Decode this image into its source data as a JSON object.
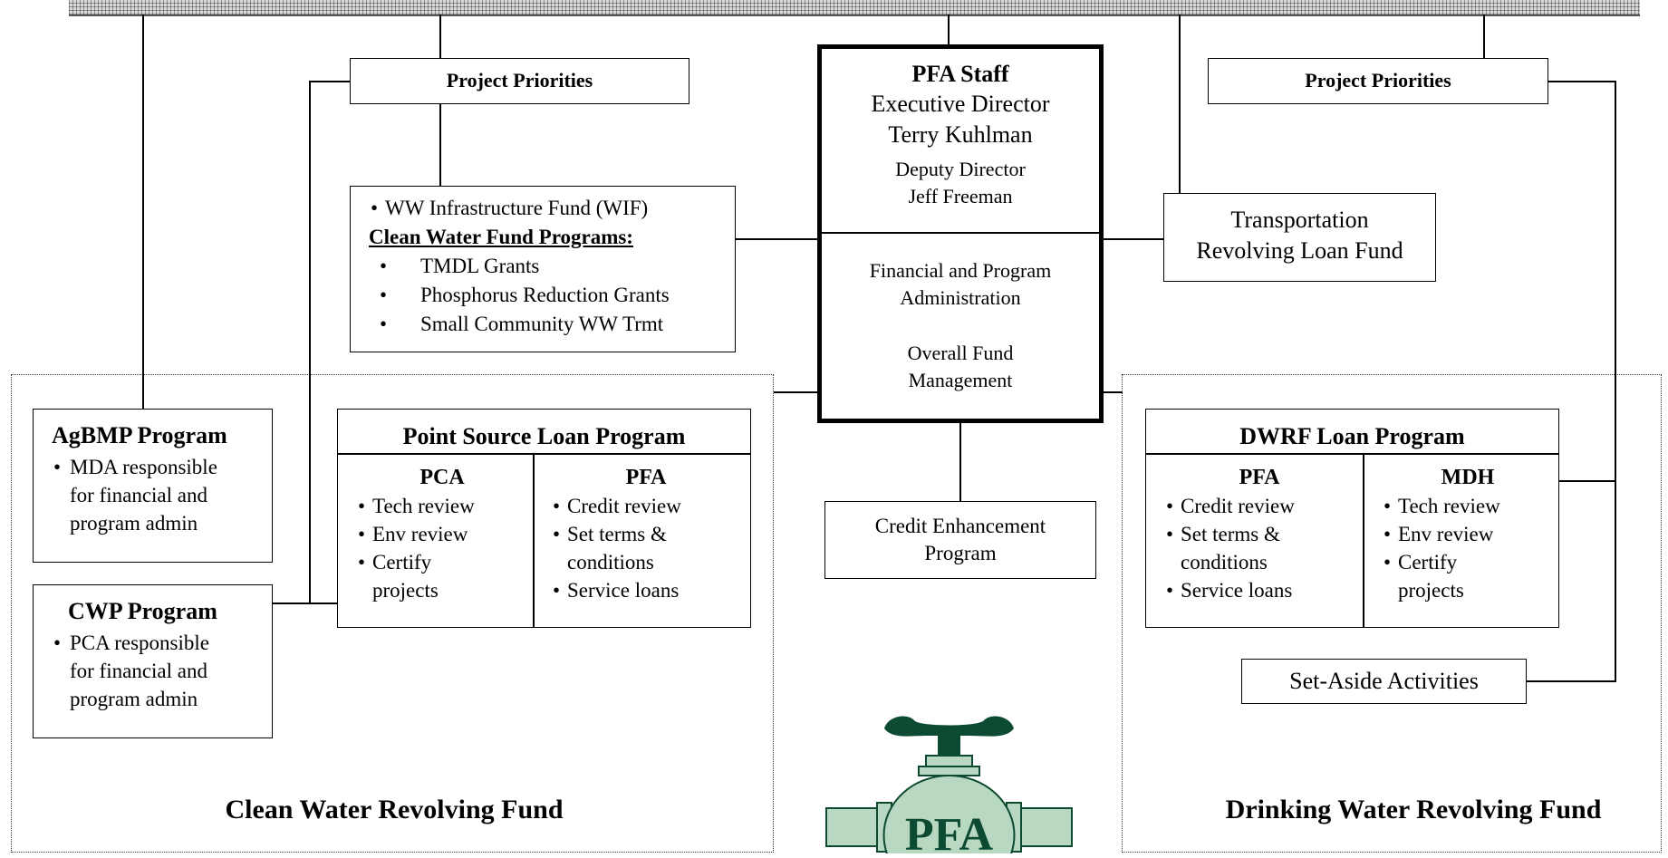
{
  "project_priorities_left": "Project Priorities",
  "project_priorities_right": "Project Priorities",
  "pfa_staff": {
    "title": "PFA Staff",
    "exec_role": "Executive Director",
    "exec_name": "Terry Kuhlman",
    "deputy_role": "Deputy Director",
    "deputy_name": "Jeff Freeman",
    "admin_line1": "Financial and Program",
    "admin_line2": "Administration",
    "mgmt_line1": "Overall Fund",
    "mgmt_line2": "Management"
  },
  "wif_box": {
    "wif": "WW Infrastructure Fund (WIF)",
    "heading": "Clean Water Fund Programs:",
    "items": [
      "TMDL Grants",
      "Phosphorus Reduction Grants",
      "Small Community WW Trmt"
    ]
  },
  "transportation": {
    "line1": "Transportation",
    "line2": "Revolving Loan Fund"
  },
  "credit_enhancement": {
    "line1": "Credit Enhancement",
    "line2": "Program"
  },
  "agbmp": {
    "title": "AgBMP Program",
    "lines": [
      "MDA responsible",
      "for financial and",
      "program admin"
    ]
  },
  "cwp": {
    "title": "CWP Program",
    "lines": [
      "PCA responsible",
      "for financial and",
      "program admin"
    ]
  },
  "point_source": {
    "title": "Point Source Loan Program",
    "left_head": "PCA",
    "left_items": [
      "Tech review",
      "Env review",
      "Certify projects"
    ],
    "right_head": "PFA",
    "right_items": [
      "Credit review",
      "Set terms & conditions",
      "Service loans"
    ]
  },
  "dwrf": {
    "title": "DWRF Loan Program",
    "left_head": "PFA",
    "left_items": [
      "Credit review",
      "Set terms & conditions",
      "Service loans"
    ],
    "right_head": "MDH",
    "right_items": [
      "Tech review",
      "Env review",
      "Certify projects"
    ]
  },
  "set_aside": "Set-Aside Activities",
  "clean_water_fund_label": "Clean Water Revolving Fund",
  "drinking_water_fund_label": "Drinking Water Revolving Fund",
  "logo": {
    "text": "PFA",
    "colors": {
      "dark": "#0d4a32",
      "light": "#b9d8c2"
    }
  }
}
